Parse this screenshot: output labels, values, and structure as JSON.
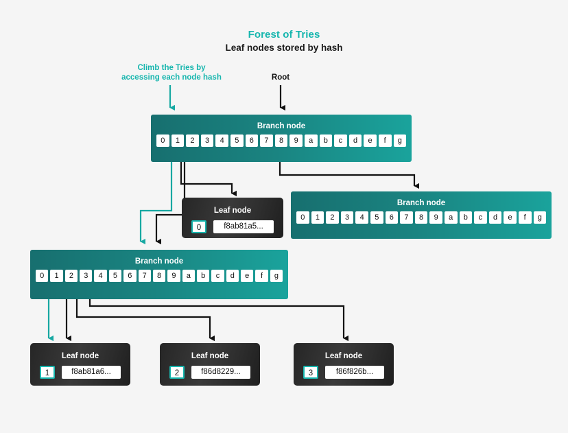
{
  "page": {
    "background": "#f5f5f5",
    "accent_teal": "#17b6ae",
    "node_teal": "#1a8481",
    "leaf_dark": "#2e2e2e"
  },
  "header": {
    "title": "Forest of Tries",
    "subtitle": "Leaf nodes stored by hash"
  },
  "annotations": [
    {
      "id": "climb",
      "text": "Climb the Tries by accessing each node hash",
      "line1": "Climb the Tries by",
      "line2": "accessing each node hash",
      "color": "#17b6ae"
    },
    {
      "id": "root",
      "text": "Root",
      "color": "#111111"
    }
  ],
  "nibbles": [
    "0",
    "1",
    "2",
    "3",
    "4",
    "5",
    "6",
    "7",
    "8",
    "9",
    "a",
    "b",
    "c",
    "d",
    "e",
    "f",
    "g"
  ],
  "nodes": {
    "root_branch": {
      "label": "Branch node",
      "cells": [
        "0",
        "1",
        "2",
        "3",
        "4",
        "5",
        "6",
        "7",
        "8",
        "9",
        "a",
        "b",
        "c",
        "d",
        "e",
        "f",
        "g"
      ]
    },
    "right_branch": {
      "label": "Branch node",
      "cells": [
        "0",
        "1",
        "2",
        "3",
        "4",
        "5",
        "6",
        "7",
        "8",
        "9",
        "a",
        "b",
        "c",
        "d",
        "e",
        "f",
        "g"
      ]
    },
    "mid_branch": {
      "label": "Branch node",
      "cells": [
        "0",
        "1",
        "2",
        "3",
        "4",
        "5",
        "6",
        "7",
        "8",
        "9",
        "a",
        "b",
        "c",
        "d",
        "e",
        "f",
        "g"
      ]
    },
    "leaf_top": {
      "label": "Leaf node",
      "index": "0",
      "hash": "f8ab81a5..."
    },
    "leaf_1": {
      "label": "Leaf node",
      "index": "1",
      "hash": "f8ab81a6..."
    },
    "leaf_2": {
      "label": "Leaf node",
      "index": "2",
      "hash": "f86d8229..."
    },
    "leaf_3": {
      "label": "Leaf node",
      "index": "3",
      "hash": "f86f826b..."
    }
  }
}
